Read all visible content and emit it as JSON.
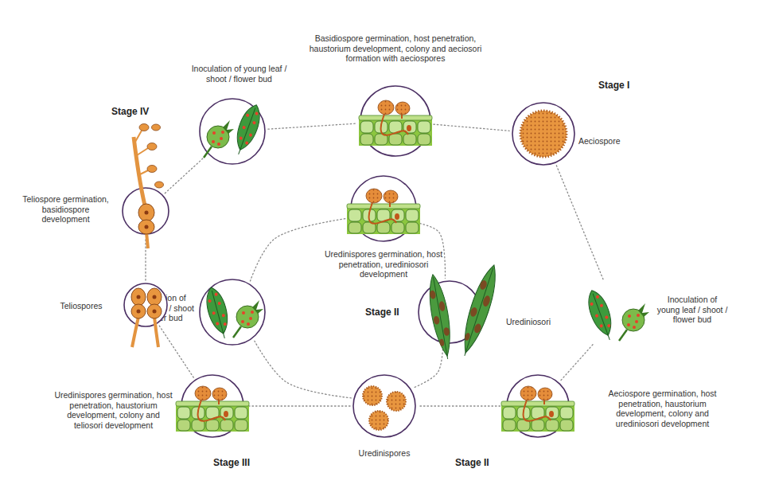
{
  "diagram": {
    "nodes": [
      {
        "text": [
          "Inoculation of young leaf / shoot / flower bud"
        ]
      },
      {
        "text": [
          "Basidiospore germination, host penetration, haustorium development, colony and aeciosori formation with aeciospores"
        ]
      },
      {
        "text": [
          "Aeciospore"
        ]
      },
      {
        "text": [
          "Teliospore germination, basidiospore development"
        ]
      },
      {
        "text": [
          "Uredinispores germination, host penetration, urediniosori development"
        ]
      },
      {
        "text": [
          "Inoculation of young leaf / shoot / flower bud"
        ]
      },
      {
        "text": [
          "Urediniosori"
        ]
      },
      {
        "text": [
          "Teliospores"
        ]
      },
      {
        "text": [
          "Inoculation of young leaf / shoot / flower bud"
        ]
      },
      {
        "text": [
          "Uredinispores germination, host penetration, haustorium development, colony and teliosori development"
        ]
      },
      {
        "text": [
          "Uredinispores"
        ]
      },
      {
        "text": [
          "Aeciospore germination, host penetration, haustorium development, colony and urediniosori development"
        ]
      }
    ],
    "edges": [
      {
        "from": 0,
        "to": 1,
        "arrow": "none"
      },
      {
        "from": 1,
        "to": 2,
        "arrow": "none"
      },
      {
        "from": 2,
        "to": 8,
        "arrow": "none"
      },
      {
        "from": 8,
        "to": 11,
        "arrow": "none"
      },
      {
        "from": 11,
        "to": 10,
        "arrow": "none"
      },
      {
        "from": 10,
        "to": 9,
        "arrow": "none"
      },
      {
        "from": 9,
        "to": 7,
        "arrow": "none"
      },
      {
        "from": 7,
        "to": 3,
        "arrow": "none"
      },
      {
        "from": 3,
        "to": 0,
        "arrow": "none"
      },
      {
        "from": 5,
        "to": 4,
        "arrow": "none"
      },
      {
        "from": 4,
        "to": 6,
        "arrow": "none"
      },
      {
        "from": 6,
        "to": 10,
        "arrow": "none"
      },
      {
        "from": 10,
        "to": 5,
        "arrow": "none"
      }
    ],
    "labels": [
      "Stage IV",
      "Stage I",
      "Stage II",
      "Stage III",
      "Stage II"
    ]
  }
}
